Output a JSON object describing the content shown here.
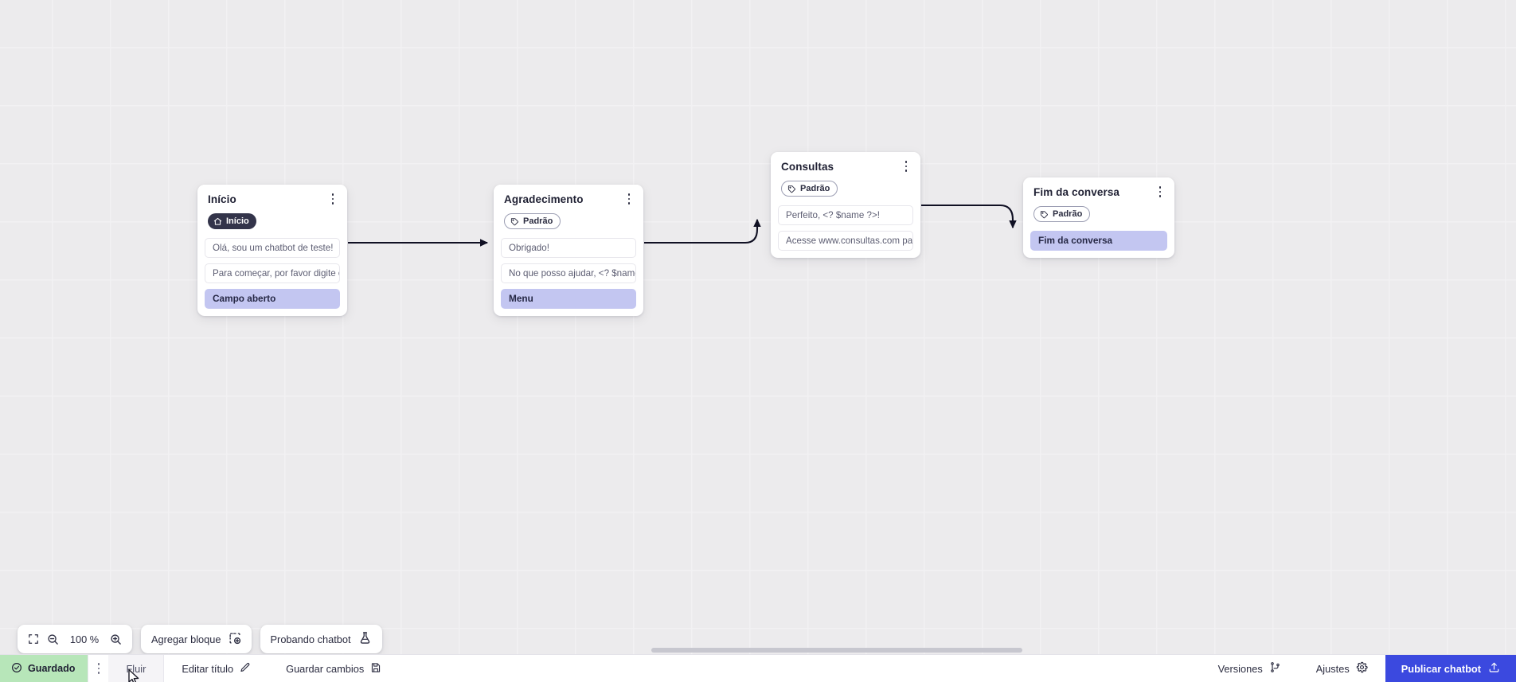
{
  "app": {
    "accent_blue": "#3b49df",
    "saved_green": "#b7e6b9",
    "highlight_lavender": "#c3c6f1",
    "badge_dark": "#33344a",
    "canvas_bg": "#ecebed"
  },
  "canvas": {
    "zoom": {
      "fit_icon": "fit-screen-icon",
      "zoom_out_icon": "zoom-out-icon",
      "level": "100 %",
      "zoom_in_icon": "zoom-in-icon"
    },
    "add_block": {
      "label": "Agregar bloque",
      "icon": "add-block-icon"
    },
    "test_chatbot": {
      "label": "Probando chatbot",
      "icon": "flask-icon"
    }
  },
  "nodes": [
    {
      "id": "inicio",
      "title": "Início",
      "menu_icon": "kebab-menu-icon",
      "badge": {
        "label": "Início",
        "icon": "home-icon",
        "style": "dark"
      },
      "rows": [
        {
          "text": "Olá, sou um chatbot de teste!",
          "highlight": false
        },
        {
          "text": "Para começar, por favor digite o ...",
          "highlight": false
        },
        {
          "text": "Campo aberto",
          "highlight": true
        }
      ]
    },
    {
      "id": "agradecimento",
      "title": "Agradecimento",
      "menu_icon": "kebab-menu-icon",
      "badge": {
        "label": "Padrão",
        "icon": "tag-icon",
        "style": "light"
      },
      "rows": [
        {
          "text": "Obrigado!",
          "highlight": false
        },
        {
          "text": "No que posso ajudar, <? $name ...",
          "highlight": false
        },
        {
          "text": "Menu",
          "highlight": true
        }
      ]
    },
    {
      "id": "consultas",
      "title": "Consultas",
      "menu_icon": "kebab-menu-icon",
      "badge": {
        "label": "Padrão",
        "icon": "tag-icon",
        "style": "light"
      },
      "rows": [
        {
          "text": "Perfeito, <? $name ?>!",
          "highlight": false
        },
        {
          "text": "Acesse www.consultas.com par...",
          "highlight": false
        }
      ]
    },
    {
      "id": "fim-da-conversa",
      "title": "Fim da conversa",
      "menu_icon": "kebab-menu-icon",
      "badge": {
        "label": "Padrão",
        "icon": "tag-icon",
        "style": "light"
      },
      "rows": [
        {
          "text": "Fim da conversa",
          "highlight": true
        }
      ]
    }
  ],
  "statusbar": {
    "saved": {
      "label": "Guardado",
      "icon": "check-circle-icon"
    },
    "kebab_icon": "kebab-menu-icon",
    "flow_tab": "Fluir",
    "edit_title": {
      "label": "Editar título",
      "icon": "pencil-icon"
    },
    "save_changes": {
      "label": "Guardar cambios",
      "icon": "save-icon"
    },
    "versions": {
      "label": "Versiones",
      "icon": "branch-icon"
    },
    "settings": {
      "label": "Ajustes",
      "icon": "gear-icon"
    },
    "publish": {
      "label": "Publicar chatbot",
      "icon": "upload-icon"
    }
  }
}
